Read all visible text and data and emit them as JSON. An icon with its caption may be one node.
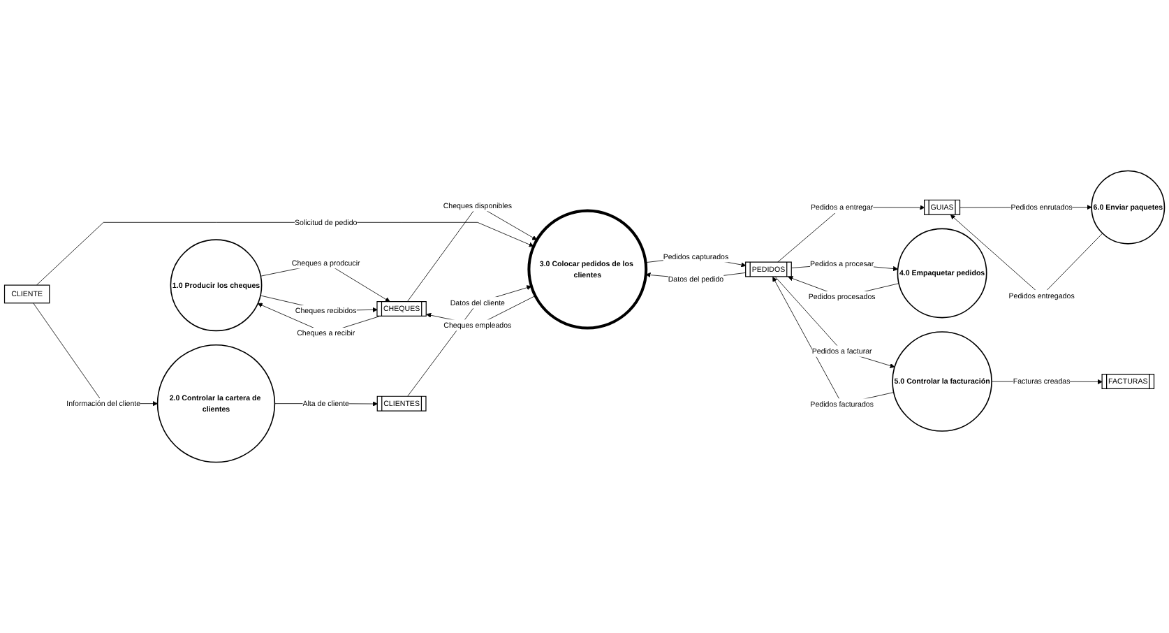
{
  "diagram": {
    "nodes": [
      {
        "text": [
          "GUIAS"
        ]
      },
      {
        "text": [
          "FACTURAS"
        ]
      },
      {
        "text": [
          "1.0 Producir los cheques"
        ]
      },
      {
        "text": [
          "CHEQUES"
        ]
      },
      {
        "text": [
          "6.0 Enviar paquetes"
        ]
      },
      {
        "text": [
          "4.0 Empaquetar pedidos"
        ]
      },
      {
        "text": [
          "PEDIDOS"
        ]
      },
      {
        "text": [
          "5.0 Controlar la facturación"
        ]
      },
      {
        "text": [
          "2.0 Controlar la cartera de clientes"
        ]
      },
      {
        "text": [
          "3.0 Colocar pedidos de los clientes"
        ]
      },
      {
        "text": [
          "CLIENTE"
        ]
      },
      {
        "text": [
          "CLIENTES"
        ]
      }
    ],
    "edges": [
      {
        "from": 2,
        "to": 3,
        "arrow": "to",
        "label": "Cheques a prodcucir"
      },
      {
        "from": 3,
        "to": 2,
        "arrow": "to",
        "label": "Cheques a recibir"
      },
      {
        "from": 2,
        "to": 3,
        "arrow": "to",
        "label": "Cheques recibidos"
      },
      {
        "from": 6,
        "to": 5,
        "arrow": "to",
        "label": "Pedidos a procesar"
      },
      {
        "from": 5,
        "to": 6,
        "arrow": "to",
        "label": "Pedidos procesados"
      },
      {
        "from": 6,
        "to": 0,
        "arrow": "to",
        "label": "Pedidos a entregar"
      },
      {
        "from": 4,
        "to": 0,
        "arrow": "to",
        "label": "Pedidos entregados"
      },
      {
        "from": 0,
        "to": 4,
        "arrow": "to",
        "label": "Pedidos enrutados"
      },
      {
        "from": 7,
        "to": 1,
        "arrow": "to",
        "label": "Facturas creadas"
      },
      {
        "from": 3,
        "to": 9,
        "arrow": "to",
        "label": "Cheques disponibles"
      },
      {
        "from": 9,
        "to": 3,
        "arrow": "to",
        "label": "Cheques empleados"
      },
      {
        "from": 6,
        "to": 7,
        "arrow": "to",
        "label": "Pedidos a facturar"
      },
      {
        "from": 7,
        "to": 6,
        "arrow": "to",
        "label": "Pedidos facturados"
      },
      {
        "from": 9,
        "to": 6,
        "arrow": "to",
        "label": "Pedidos capturados"
      },
      {
        "from": 6,
        "to": 9,
        "arrow": "to",
        "label": "Datos del pedido"
      },
      {
        "from": 8,
        "to": 11,
        "arrow": "to",
        "label": "Alta de cliente"
      },
      {
        "from": 10,
        "to": 8,
        "arrow": "to",
        "label": "Información del cliente"
      },
      {
        "from": 10,
        "to": 9,
        "arrow": "to",
        "label": "Solicitud de pedido"
      },
      {
        "from": 11,
        "to": 9,
        "arrow": "to",
        "label": "Datos del cliente"
      }
    ]
  }
}
